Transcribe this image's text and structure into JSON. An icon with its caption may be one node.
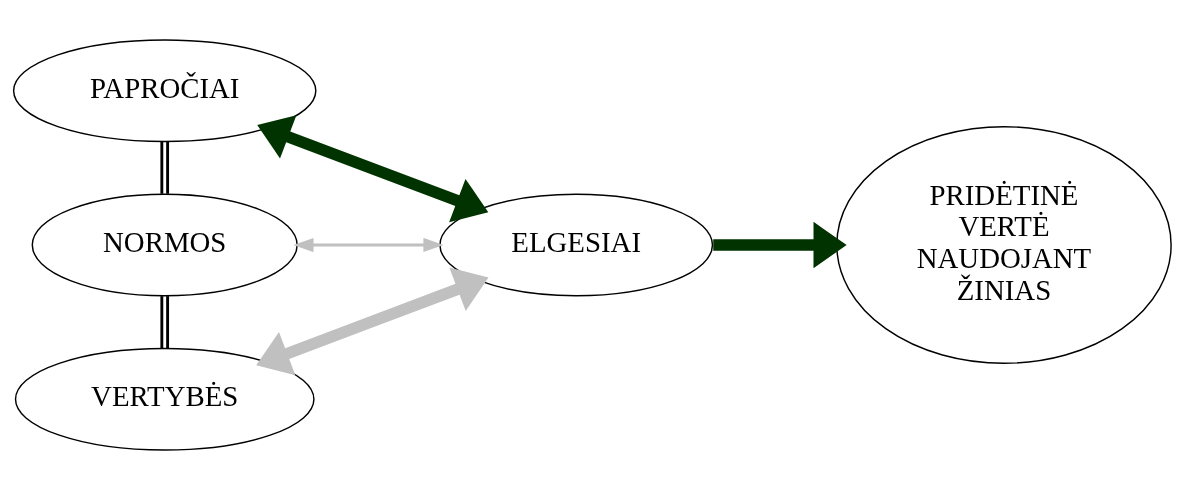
{
  "diagram": {
    "nodes": [
      {
        "text": [
          "PAPROČIAI"
        ]
      },
      {
        "text": [
          "NORMOS"
        ]
      },
      {
        "text": [
          "VERTYBĖS"
        ]
      },
      {
        "text": [
          "ELGESIAI"
        ]
      },
      {
        "text": [
          "PRIDĖTINĖ VERTĖ NAUDOJANT ŽINIAS"
        ]
      }
    ],
    "edges": [
      {
        "from": 0,
        "to": 1,
        "arrow": "none"
      },
      {
        "from": 1,
        "to": 2,
        "arrow": "none"
      },
      {
        "from": 0,
        "to": 3,
        "arrow": "both",
        "style": "thick",
        "color": "#003300"
      },
      {
        "from": 1,
        "to": 3,
        "arrow": "both",
        "color": "#c0c0c0"
      },
      {
        "from": 2,
        "to": 3,
        "arrow": "both",
        "style": "thick",
        "color": "#c0c0c0"
      },
      {
        "from": 3,
        "to": 4,
        "arrow": "to",
        "style": "thick",
        "color": "#003300"
      }
    ]
  }
}
